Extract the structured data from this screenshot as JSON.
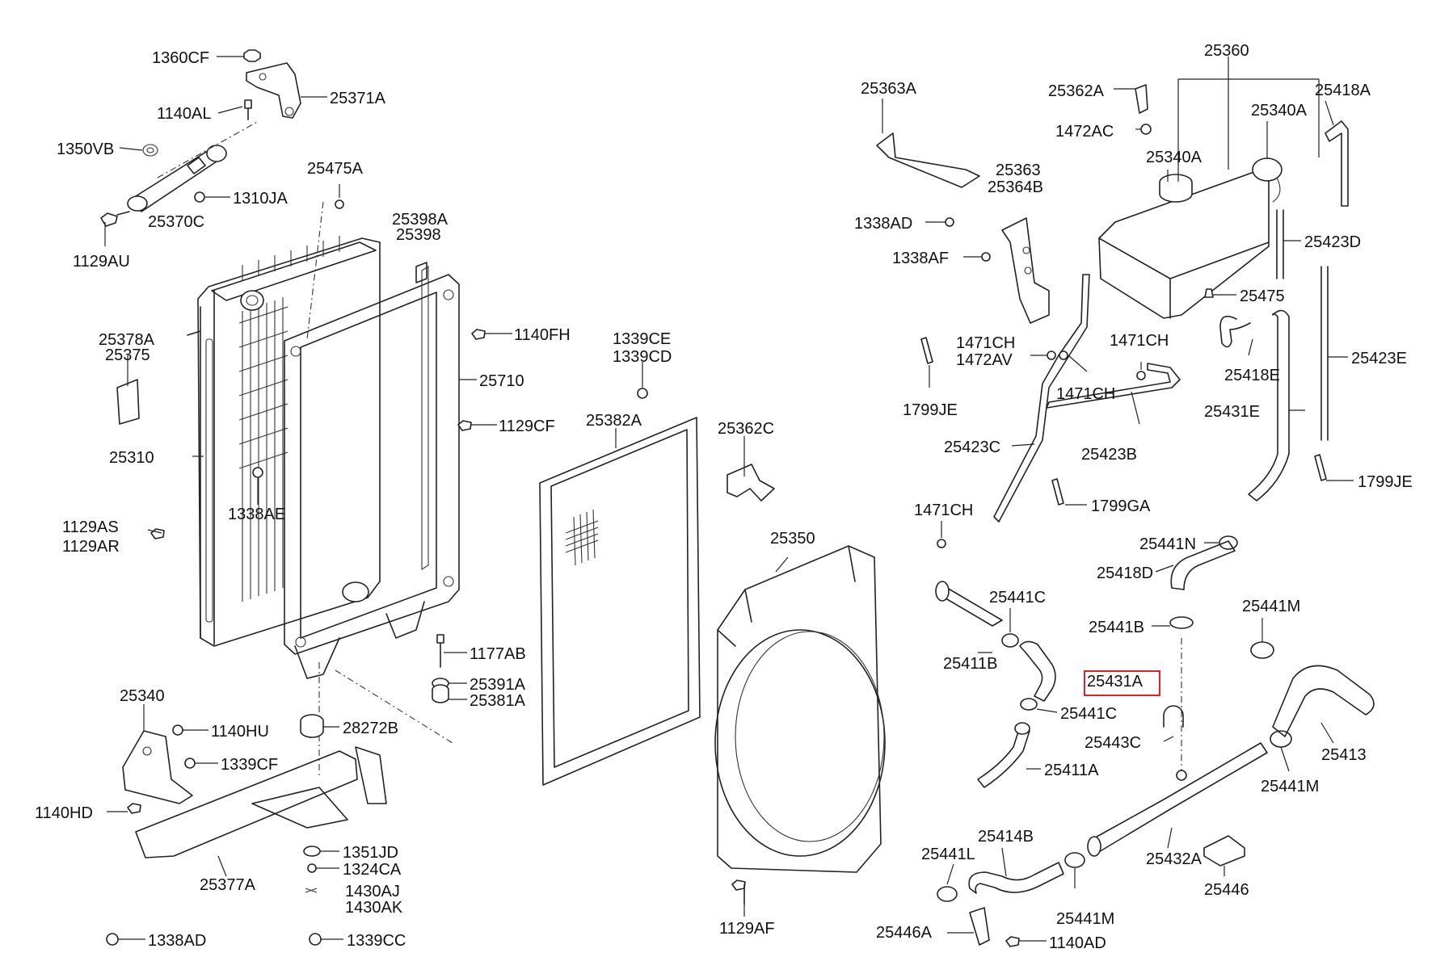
{
  "parts": [
    {
      "id": "p-1360CF",
      "text": "1360CF"
    },
    {
      "id": "p-25371A",
      "text": "25371A"
    },
    {
      "id": "p-1140AL",
      "text": "1140AL"
    },
    {
      "id": "p-1350VB",
      "text": "1350VB"
    },
    {
      "id": "p-1310JA",
      "text": "1310JA"
    },
    {
      "id": "p-25370C",
      "text": "25370C"
    },
    {
      "id": "p-1129AU",
      "text": "1129AU"
    },
    {
      "id": "p-25475A",
      "text": "25475A"
    },
    {
      "id": "p-25398A",
      "text": "25398A"
    },
    {
      "id": "p-25398",
      "text": "25398"
    },
    {
      "id": "p-25378A",
      "text": "25378A"
    },
    {
      "id": "p-25375",
      "text": "25375"
    },
    {
      "id": "p-1140FH",
      "text": "1140FH"
    },
    {
      "id": "p-25710",
      "text": "25710"
    },
    {
      "id": "p-1129CF",
      "text": "1129CF"
    },
    {
      "id": "p-25310",
      "text": "25310"
    },
    {
      "id": "p-1338AE",
      "text": "1338AE"
    },
    {
      "id": "p-1129AS",
      "text": "1129AS"
    },
    {
      "id": "p-1129AR",
      "text": "1129AR"
    },
    {
      "id": "p-1339CE",
      "text": "1339CE"
    },
    {
      "id": "p-1339CD",
      "text": "1339CD"
    },
    {
      "id": "p-25382A",
      "text": "25382A"
    },
    {
      "id": "p-25362C",
      "text": "25362C"
    },
    {
      "id": "p-25350",
      "text": "25350"
    },
    {
      "id": "p-1177AB",
      "text": "1177AB"
    },
    {
      "id": "p-25391A",
      "text": "25391A"
    },
    {
      "id": "p-25381A",
      "text": "25381A"
    },
    {
      "id": "p-25340",
      "text": "25340"
    },
    {
      "id": "p-1140HU",
      "text": "1140HU"
    },
    {
      "id": "p-28272B",
      "text": "28272B"
    },
    {
      "id": "p-1339CF",
      "text": "1339CF"
    },
    {
      "id": "p-1140HD",
      "text": "1140HD"
    },
    {
      "id": "p-1351JD",
      "text": "1351JD"
    },
    {
      "id": "p-1324CA",
      "text": "1324CA"
    },
    {
      "id": "p-25377A",
      "text": "25377A"
    },
    {
      "id": "p-1430AJ",
      "text": "1430AJ"
    },
    {
      "id": "p-1430AK",
      "text": "1430AK"
    },
    {
      "id": "p-1338AD-b",
      "text": "1338AD"
    },
    {
      "id": "p-1339CC",
      "text": "1339CC"
    },
    {
      "id": "p-1129AF",
      "text": "1129AF"
    },
    {
      "id": "p-25363A",
      "text": "25363A"
    },
    {
      "id": "p-25360",
      "text": "25360"
    },
    {
      "id": "p-25362A",
      "text": "25362A"
    },
    {
      "id": "p-1472AC",
      "text": "1472AC"
    },
    {
      "id": "p-25340A-a",
      "text": "25340A"
    },
    {
      "id": "p-25340A-b",
      "text": "25340A"
    },
    {
      "id": "p-25418A",
      "text": "25418A"
    },
    {
      "id": "p-25363",
      "text": "25363"
    },
    {
      "id": "p-25364B",
      "text": "25364B"
    },
    {
      "id": "p-1338AD-t",
      "text": "1338AD"
    },
    {
      "id": "p-1338AF",
      "text": "1338AF"
    },
    {
      "id": "p-25423D",
      "text": "25423D"
    },
    {
      "id": "p-25475",
      "text": "25475"
    },
    {
      "id": "p-1471CH-a",
      "text": "1471CH"
    },
    {
      "id": "p-1472AV",
      "text": "1472AV"
    },
    {
      "id": "p-1471CH-b",
      "text": "1471CH"
    },
    {
      "id": "p-1471CH-c",
      "text": "1471CH"
    },
    {
      "id": "p-25418E",
      "text": "25418E"
    },
    {
      "id": "p-25423E",
      "text": "25423E"
    },
    {
      "id": "p-1799JE-a",
      "text": "1799JE"
    },
    {
      "id": "p-25431E",
      "text": "25431E"
    },
    {
      "id": "p-25423C",
      "text": "25423C"
    },
    {
      "id": "p-25423B",
      "text": "25423B"
    },
    {
      "id": "p-1799JE-b",
      "text": "1799JE"
    },
    {
      "id": "p-1471CH-d",
      "text": "1471CH"
    },
    {
      "id": "p-1799GA",
      "text": "1799GA"
    },
    {
      "id": "p-25441N",
      "text": "25441N"
    },
    {
      "id": "p-25418D",
      "text": "25418D"
    },
    {
      "id": "p-25441C-a",
      "text": "25441C"
    },
    {
      "id": "p-25441M-a",
      "text": "25441M"
    },
    {
      "id": "p-25441B",
      "text": "25441B"
    },
    {
      "id": "p-25411B",
      "text": "25411B"
    },
    {
      "id": "p-25431A",
      "text": "25431A"
    },
    {
      "id": "p-25441C-b",
      "text": "25441C"
    },
    {
      "id": "p-25443C",
      "text": "25443C"
    },
    {
      "id": "p-25413",
      "text": "25413"
    },
    {
      "id": "p-25411A",
      "text": "25411A"
    },
    {
      "id": "p-25441M-b",
      "text": "25441M"
    },
    {
      "id": "p-25414B",
      "text": "25414B"
    },
    {
      "id": "p-25441L",
      "text": "25441L"
    },
    {
      "id": "p-25432A",
      "text": "25432A"
    },
    {
      "id": "p-25446",
      "text": "25446"
    },
    {
      "id": "p-25441M-c",
      "text": "25441M"
    },
    {
      "id": "p-25446A",
      "text": "25446A"
    },
    {
      "id": "p-1140AD",
      "text": "1140AD"
    }
  ],
  "highlight": {
    "part": "p-25431A",
    "color": "#e0202a"
  }
}
